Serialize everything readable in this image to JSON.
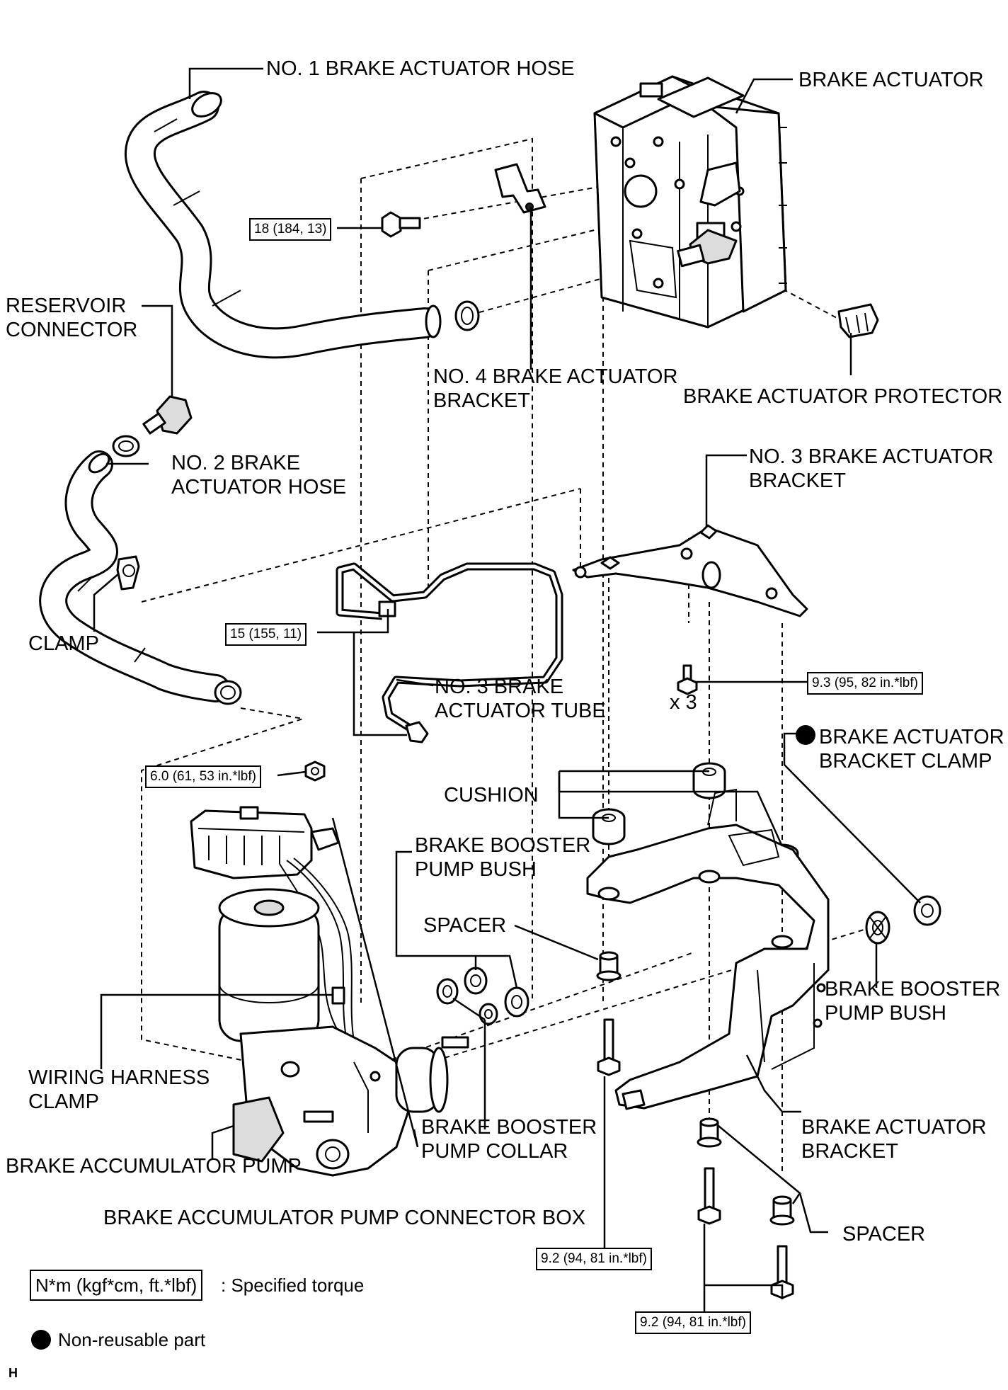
{
  "labels": {
    "no1_hose": "NO. 1 BRAKE ACTUATOR HOSE",
    "brake_actuator": "BRAKE ACTUATOR",
    "reservoir_connector": [
      "RESERVOIR",
      "CONNECTOR"
    ],
    "no4_bracket": [
      "NO. 4 BRAKE ACTUATOR",
      "BRACKET"
    ],
    "protector": "BRAKE ACTUATOR PROTECTOR",
    "no2_hose": [
      "NO. 2 BRAKE",
      "ACTUATOR HOSE"
    ],
    "no3_bracket": [
      "NO. 3 BRAKE ACTUATOR",
      "BRACKET"
    ],
    "clamp": "CLAMP",
    "no3_tube": [
      "NO. 3 BRAKE",
      "ACTUATOR TUBE"
    ],
    "x3": "x 3",
    "bracket_clamp": [
      "BRAKE ACTUATOR",
      "BRACKET CLAMP"
    ],
    "cushion": "CUSHION",
    "bush_top": [
      "BRAKE BOOSTER",
      "PUMP BUSH"
    ],
    "spacer_top": "SPACER",
    "bush_right": [
      "BRAKE BOOSTER",
      "PUMP BUSH"
    ],
    "harness_clamp": [
      "WIRING HARNESS",
      "CLAMP"
    ],
    "collar": [
      "BRAKE BOOSTER",
      "PUMP COLLAR"
    ],
    "actuator_bracket": [
      "BRAKE ACTUATOR",
      "BRACKET"
    ],
    "accumulator_pump": "BRAKE ACCUMULATOR PUMP",
    "connector_box": "BRAKE ACCUMULATOR PUMP CONNECTOR BOX",
    "spacer_bottom": "SPACER"
  },
  "torques": {
    "t18": "18 (184, 13)",
    "t15": "15 (155, 11)",
    "t93": "9.3 (95, 82 in.*lbf)",
    "t60": "6.0 (61, 53 in.*lbf)",
    "t92a": "9.2 (94, 81 in.*lbf)",
    "t92b": "9.2 (94, 81 in.*lbf)"
  },
  "legend": {
    "torque_unit": "N*m (kgf*cm, ft.*lbf)",
    "torque_desc": ": Specified torque",
    "nonreusable": "Non-reusable part"
  },
  "figure_id": "H"
}
